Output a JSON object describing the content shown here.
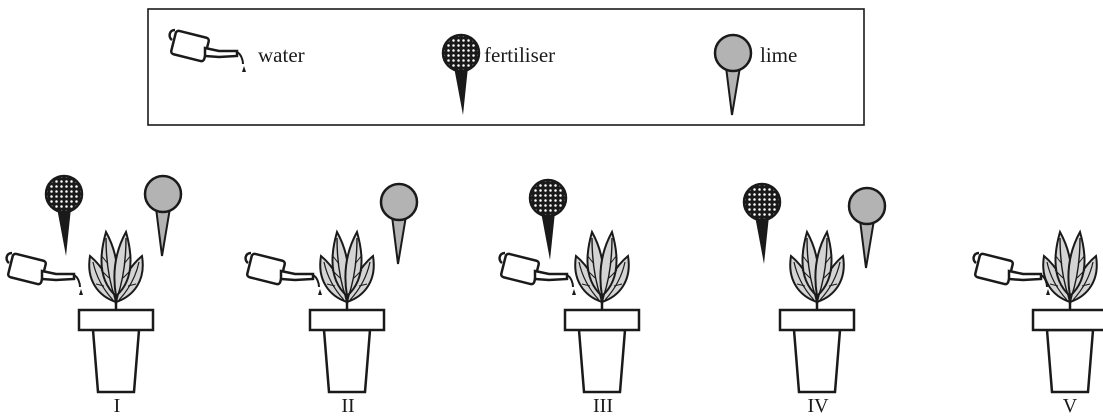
{
  "legend": {
    "items": [
      {
        "key": "water",
        "label": "water",
        "icon": "watering-can-icon"
      },
      {
        "key": "fertiliser",
        "label": "fertiliser",
        "icon": "dotted-stake-icon"
      },
      {
        "key": "lime",
        "label": "lime",
        "icon": "grey-stake-icon"
      }
    ]
  },
  "pots": [
    {
      "label": "I",
      "water": true,
      "fertiliser": true,
      "lime": true
    },
    {
      "label": "II",
      "water": true,
      "fertiliser": false,
      "lime": true
    },
    {
      "label": "III",
      "water": true,
      "fertiliser": true,
      "lime": false
    },
    {
      "label": "IV",
      "water": false,
      "fertiliser": true,
      "lime": true
    },
    {
      "label": "V",
      "water": true,
      "fertiliser": false,
      "lime": false
    }
  ],
  "colors": {
    "ink": "#1a1a1a",
    "leaf": "#d4d4d4",
    "lime": "#b3b3b3",
    "fertiliser_bg": "#1a1a1a",
    "fertiliser_dots": "#ffffff",
    "background": "#ffffff"
  }
}
